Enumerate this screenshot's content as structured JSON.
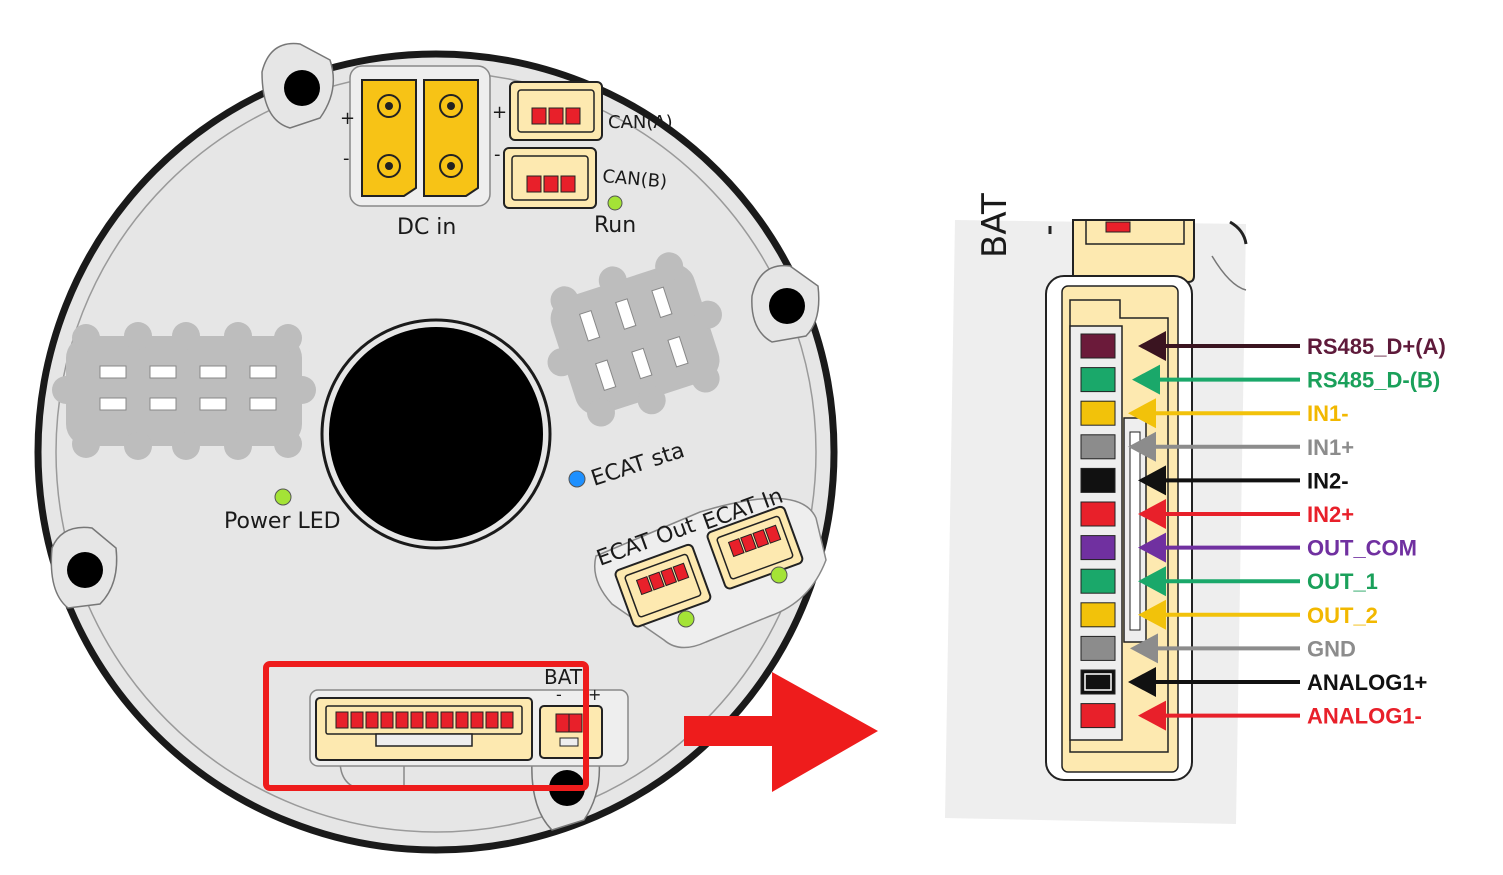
{
  "board": {
    "dc_in_label": "DC in",
    "dc_plus_left": "+",
    "dc_minus_left": "-",
    "dc_plus_right": "+",
    "dc_minus_right": "-",
    "can_a_label": "CAN(A)",
    "can_b_label": "CAN(B)",
    "run_label": "Run",
    "power_led_label": "Power LED",
    "ecat_sta_label": "ECAT sta",
    "ecat_out_label": "ECAT Out",
    "ecat_in_label": "ECAT In",
    "bat_label": "BAT",
    "bat_minus": "-",
    "bat_plus": "+"
  },
  "detail": {
    "side_label": "BAT"
  },
  "pins": [
    {
      "label": "RS485_D+(A)",
      "pin_color": "#6b1a3a",
      "text_color": "#5e1a3a",
      "arrow_color": "#3a1420"
    },
    {
      "label": "RS485_D-(B)",
      "pin_color": "#1aa86a",
      "text_color": "#1aa05a",
      "arrow_color": "#1aa86a"
    },
    {
      "label": "IN1-",
      "pin_color": "#f2c20a",
      "text_color": "#f2b800",
      "arrow_color": "#f2c20a"
    },
    {
      "label": "IN1+",
      "pin_color": "#8c8c8c",
      "text_color": "#8c8c8c",
      "arrow_color": "#8c8c8c"
    },
    {
      "label": "IN2-",
      "pin_color": "#111111",
      "text_color": "#111111",
      "arrow_color": "#111111"
    },
    {
      "label": "IN2+",
      "pin_color": "#e8202a",
      "text_color": "#e8202a",
      "arrow_color": "#e8202a"
    },
    {
      "label": "OUT_COM",
      "pin_color": "#7030a0",
      "text_color": "#7030a0",
      "arrow_color": "#7030a0"
    },
    {
      "label": "OUT_1",
      "pin_color": "#1aa86a",
      "text_color": "#1aa05a",
      "arrow_color": "#1aa86a"
    },
    {
      "label": "OUT_2",
      "pin_color": "#f2c20a",
      "text_color": "#f2b800",
      "arrow_color": "#f2c20a"
    },
    {
      "label": "GND",
      "pin_color": "#8c8c8c",
      "text_color": "#8c8c8c",
      "arrow_color": "#8c8c8c"
    },
    {
      "label": "ANALOG1+",
      "pin_color": "#111111",
      "text_color": "#111111",
      "arrow_color": "#111111"
    },
    {
      "label": "ANALOG1-",
      "pin_color": "#e8202a",
      "text_color": "#e8202a",
      "arrow_color": "#e8202a"
    }
  ],
  "colors": {
    "board_fill": "#e6e6e6",
    "connector_fill": "#fde9b0",
    "dc_connector_fill": "#f7c316",
    "pin_red": "#e8202a",
    "led_green": "#a4e336",
    "led_blue": "#1e90ff",
    "highlight_red": "#ee1c1c"
  }
}
